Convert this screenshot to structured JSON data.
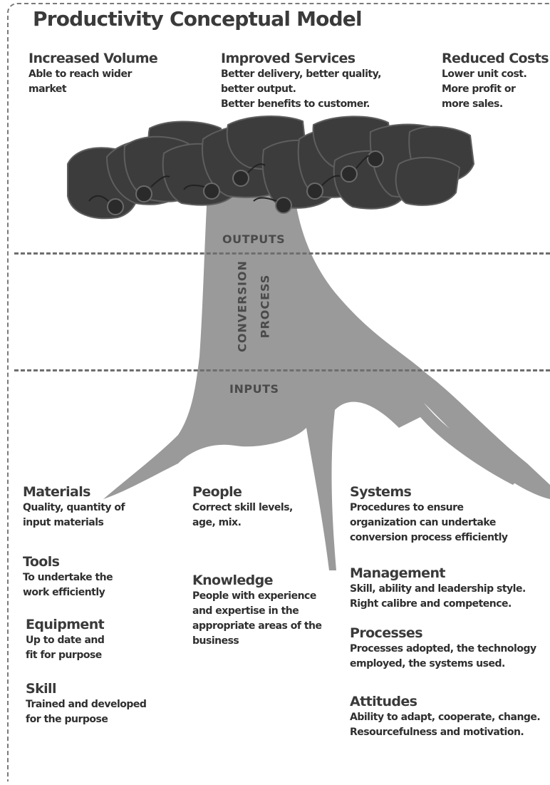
{
  "title": "Productivity Conceptual Model",
  "outputs": [
    {
      "heading": "Increased Volume",
      "detail": "Able to reach wider\nmarket"
    },
    {
      "heading": "Improved Services",
      "detail": "Better delivery, better quality,\nbetter output.\nBetter benefits to customer."
    },
    {
      "heading": "Reduced Costs",
      "detail": "Lower unit cost.\nMore profit or\nmore sales."
    }
  ],
  "stages": {
    "outputs": "OUTPUTS",
    "conversion": "CONVERSION",
    "process": "PROCESS",
    "inputs": "INPUTS"
  },
  "inputs_left": [
    {
      "heading": "Materials",
      "detail": "Quality, quantity of\ninput materials"
    },
    {
      "heading": "Tools",
      "detail": "To undertake the\nwork efficiently"
    },
    {
      "heading": "Equipment",
      "detail": "Up to date and\nfit for purpose"
    },
    {
      "heading": "Skill",
      "detail": "Trained and developed\nfor the purpose"
    }
  ],
  "inputs_middle": [
    {
      "heading": "People",
      "detail": "Correct skill levels,\nage, mix."
    },
    {
      "heading": "Knowledge",
      "detail": "People with experience\nand expertise in the\nappropriate areas of the\nbusiness"
    }
  ],
  "inputs_right": [
    {
      "heading": "Systems",
      "detail": "Procedures to ensure\norganization can undertake\nconversion process efficiently"
    },
    {
      "heading": "Management",
      "detail": "Skill, ability and leadership style.\nRight calibre and competence."
    },
    {
      "heading": "Processes",
      "detail": "Processes adopted, the technology\nemployed, the systems used."
    },
    {
      "heading": "Attitudes",
      "detail": "Ability to adapt, cooperate, change.\nResourcefulness and motivation."
    }
  ],
  "colors": {
    "trunk": "#9a9a9a",
    "leaf": "#3c3c3c",
    "leaf_edge": "#5a5a5a",
    "text": "#2f2f2f"
  }
}
